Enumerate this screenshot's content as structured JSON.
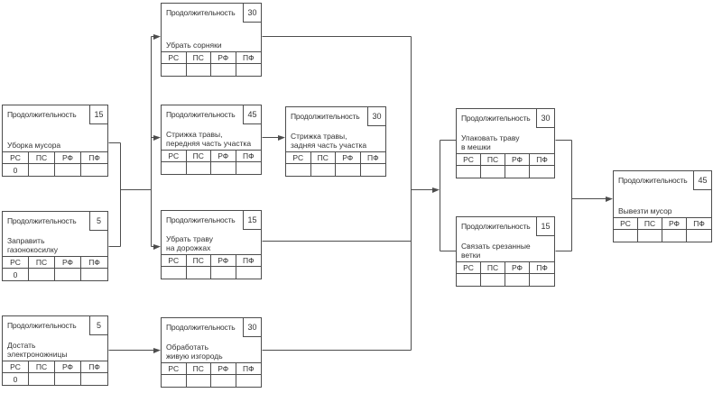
{
  "diagram": {
    "header_label": "Продолжительность",
    "cell_labels": [
      "РС",
      "ПС",
      "РФ",
      "ПФ"
    ],
    "colors": {
      "line": "#4d4d4d",
      "text": "#333333",
      "background": "#ffffff"
    },
    "nodes": [
      {
        "id": "uborka-musora",
        "duration": "15",
        "name_lines": [
          "Уборка мусора"
        ],
        "cell_values": [
          "0",
          "",
          "",
          ""
        ]
      },
      {
        "id": "zapravit-gazonokosilku",
        "duration": "5",
        "name_lines": [
          "Заправить",
          "газонокосилку"
        ],
        "cell_values": [
          "0",
          "",
          "",
          ""
        ]
      },
      {
        "id": "dostat-elektronozhnitsy",
        "duration": "5",
        "name_lines": [
          "Достать",
          "электроножницы"
        ],
        "cell_values": [
          "0",
          "",
          "",
          ""
        ]
      },
      {
        "id": "ubrat-sornyaki",
        "duration": "30",
        "name_lines": [
          "Убрать сорняки"
        ],
        "cell_values": [
          "",
          "",
          "",
          ""
        ]
      },
      {
        "id": "strizhka-perednyaya",
        "duration": "45",
        "name_lines": [
          "Стрижка травы,",
          "передняя часть участка"
        ],
        "cell_values": [
          "",
          "",
          "",
          ""
        ]
      },
      {
        "id": "strizhka-zadnyaya",
        "duration": "30",
        "name_lines": [
          "Стрижка травы,",
          "задняя часть участка"
        ],
        "cell_values": [
          "",
          "",
          "",
          ""
        ]
      },
      {
        "id": "ubrat-travu-na-dorozhkakh",
        "duration": "15",
        "name_lines": [
          "Убрать траву",
          "на дорожках"
        ],
        "cell_values": [
          "",
          "",
          "",
          ""
        ]
      },
      {
        "id": "obrabotat-izgorod",
        "duration": "30",
        "name_lines": [
          "Обработать",
          "живую изгородь"
        ],
        "cell_values": [
          "",
          "",
          "",
          ""
        ]
      },
      {
        "id": "upakovat-travu",
        "duration": "30",
        "name_lines": [
          "Упаковать траву",
          "в мешки"
        ],
        "cell_values": [
          "",
          "",
          "",
          ""
        ]
      },
      {
        "id": "svyazat-vetki",
        "duration": "15",
        "name_lines": [
          "Связать срезанные",
          "ветки"
        ],
        "cell_values": [
          "",
          "",
          "",
          ""
        ]
      },
      {
        "id": "vyvezti-musor",
        "duration": "45",
        "name_lines": [
          "Вывезти мусор"
        ],
        "cell_values": [
          "",
          "",
          "",
          ""
        ]
      }
    ],
    "edges": [
      {
        "from": "uborka-musora",
        "to": [
          "ubrat-sornyaki",
          "strizhka-perednyaya",
          "ubrat-travu-na-dorozhkakh"
        ]
      },
      {
        "from": "zapravit-gazonokosilku",
        "to": [
          "ubrat-sornyaki",
          "strizhka-perednyaya",
          "ubrat-travu-na-dorozhkakh"
        ]
      },
      {
        "from": "dostat-elektronozhnitsy",
        "to": [
          "obrabotat-izgorod"
        ]
      },
      {
        "from": "strizhka-perednyaya",
        "to": [
          "strizhka-zadnyaya"
        ]
      },
      {
        "from": "ubrat-sornyaki",
        "to": [
          "upakovat-travu",
          "svyazat-vetki"
        ]
      },
      {
        "from": "ubrat-travu-na-dorozhkakh",
        "to": [
          "upakovat-travu",
          "svyazat-vetki"
        ]
      },
      {
        "from": "obrabotat-izgorod",
        "to": [
          "upakovat-travu",
          "svyazat-vetki"
        ]
      },
      {
        "from": "upakovat-travu",
        "to": [
          "vyvezti-musor"
        ]
      },
      {
        "from": "svyazat-vetki",
        "to": [
          "vyvezti-musor"
        ]
      }
    ]
  }
}
